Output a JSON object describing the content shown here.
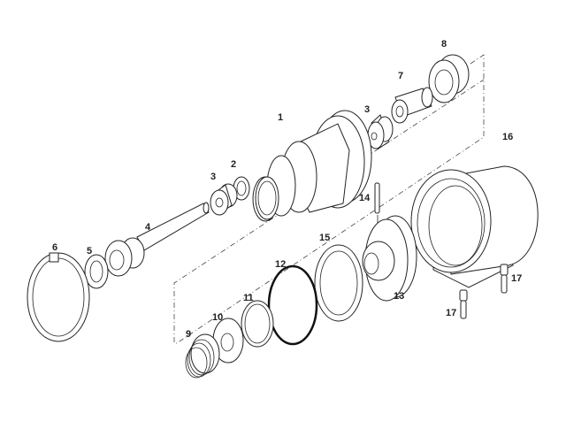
{
  "diagram": {
    "type": "exploded-parts-view",
    "callouts": {
      "part_1": "1",
      "part_2": "2",
      "part_3_upper": "3",
      "part_3_lower": "3",
      "part_4": "4",
      "part_5": "5",
      "part_6": "6",
      "part_7": "7",
      "part_8": "8",
      "part_9": "9",
      "part_10": "10",
      "part_11": "11",
      "part_12": "12",
      "part_13": "13",
      "part_14": "14",
      "part_15": "15",
      "part_16": "16",
      "part_17_a": "17",
      "part_17_b": "17"
    },
    "colors": {
      "line": "#222222",
      "background": "#ffffff"
    }
  }
}
